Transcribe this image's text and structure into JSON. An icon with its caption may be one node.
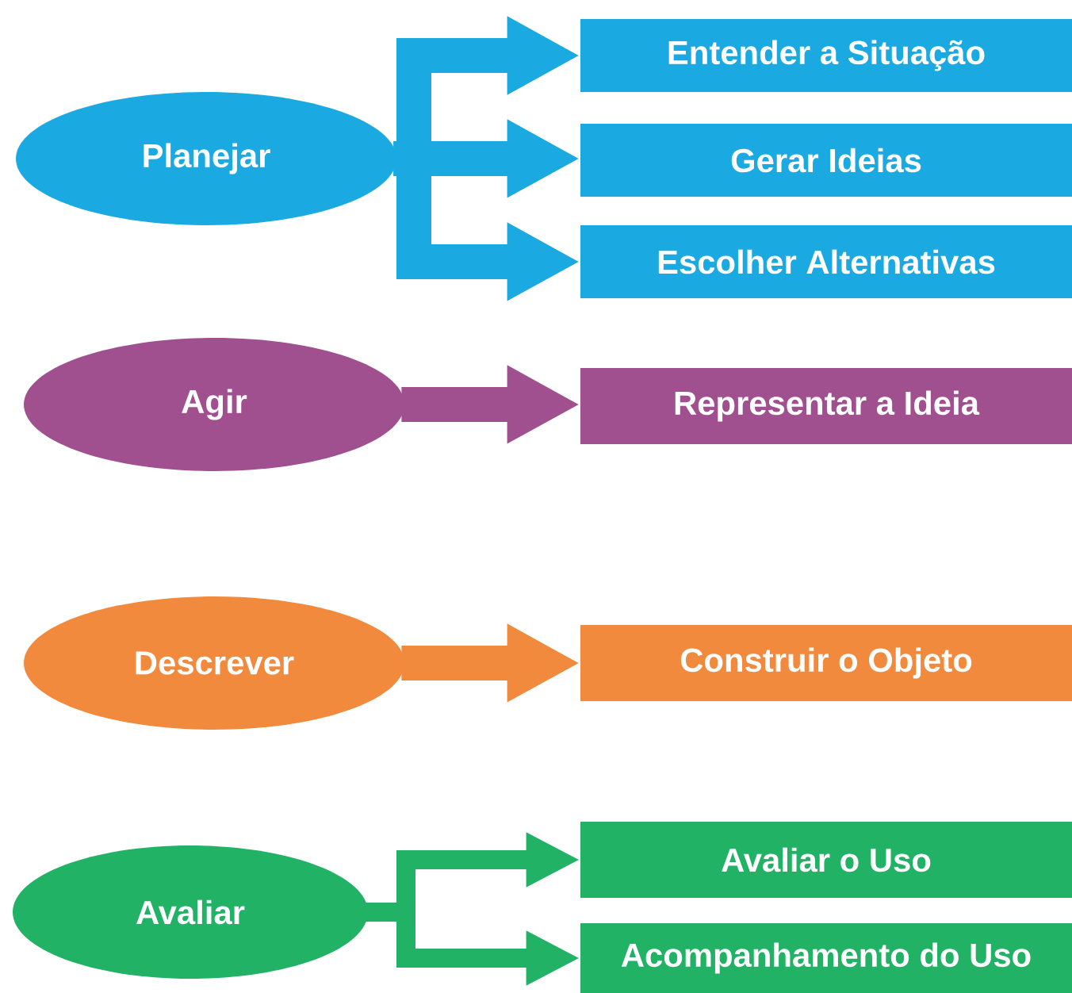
{
  "diagram": {
    "nodes": [
      {
        "text": [
          "Planejar"
        ]
      },
      {
        "text": [
          "Entender a Situação"
        ]
      },
      {
        "text": [
          "Gerar Ideias"
        ]
      },
      {
        "text": [
          "Escolher Alternativas"
        ]
      },
      {
        "text": [
          "Agir"
        ]
      },
      {
        "text": [
          "Representar a Ideia"
        ]
      },
      {
        "text": [
          "Descrever"
        ]
      },
      {
        "text": [
          "Construir o Objeto"
        ]
      },
      {
        "text": [
          "Avaliar"
        ]
      },
      {
        "text": [
          "Avaliar o Uso"
        ]
      },
      {
        "text": [
          "Acompanhamento do Uso"
        ]
      }
    ],
    "edges": [
      {
        "from": 0,
        "to": 1,
        "arrow": "to",
        "color": "#1ba9e1"
      },
      {
        "from": 0,
        "to": 2,
        "arrow": "to",
        "color": "#1ba9e1"
      },
      {
        "from": 0,
        "to": 3,
        "arrow": "to",
        "color": "#1ba9e1"
      },
      {
        "from": 4,
        "to": 5,
        "arrow": "to",
        "color": "#a0508e"
      },
      {
        "from": 6,
        "to": 7,
        "arrow": "to",
        "color": "#f28a3e"
      },
      {
        "from": 8,
        "to": 9,
        "arrow": "to",
        "color": "#22b265"
      },
      {
        "from": 8,
        "to": 10,
        "arrow": "to",
        "color": "#22b265"
      }
    ]
  }
}
